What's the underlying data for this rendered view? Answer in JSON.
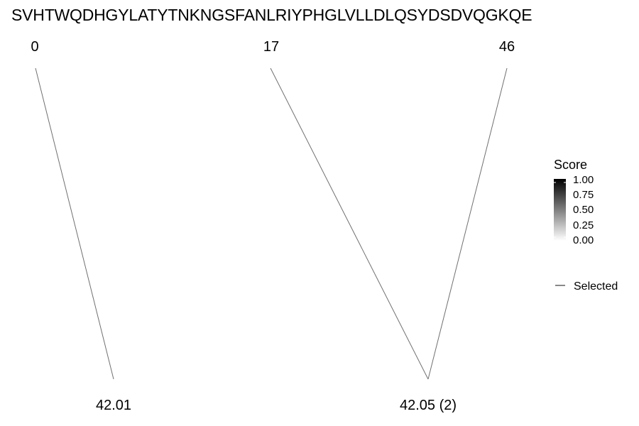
{
  "sequence": "SVHTWQDHGYLATYTNKNGSFANLRIYPHGLVLLDLQSYDSDVQGKQE",
  "chart_data": {
    "type": "fragment-map",
    "sequence_positions": [
      "0",
      "17",
      "46"
    ],
    "matches": [
      {
        "label": "42.01",
        "positions": [
          "0"
        ]
      },
      {
        "label": "42.05 (2)",
        "positions": [
          "17",
          "46"
        ]
      }
    ],
    "line_color": "#707070"
  },
  "legend": {
    "title": "Score",
    "ticks": [
      "1.00",
      "0.75",
      "0.50",
      "0.25",
      "0.00"
    ],
    "gradient": {
      "from": "#ffffff",
      "to": "#000000"
    },
    "line_label": "Selected"
  }
}
